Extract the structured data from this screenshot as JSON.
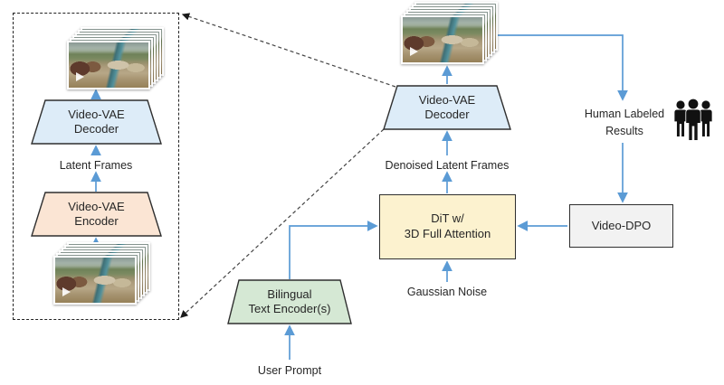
{
  "colors": {
    "arrow": "#5B9BD5",
    "decoder_fill": "#DDECF8",
    "encoder_fill": "#FBE5D4",
    "text_encoder_fill": "#D5E8D4",
    "dit_fill": "#FCF2CF",
    "dpo_fill": "#F2F2F2",
    "outline": "#2F2F2F",
    "dashed_panel": "#222222"
  },
  "vae_panel": {
    "decoder_label": "Video-VAE\nDecoder",
    "latent_frames_label": "Latent Frames",
    "encoder_label": "Video-VAE\nEncoder"
  },
  "pipeline": {
    "decoder_label": "Video-VAE\nDecoder",
    "denoised_label": "Denoised Latent Frames",
    "dit_label": "DiT w/\n3D Full Attention",
    "gaussian_label": "Gaussian Noise",
    "text_encoder_label": "Bilingual\nText Encoder(s)",
    "user_prompt_label": "User Prompt"
  },
  "feedback": {
    "human_labeled_label": "Human Labeled\nResults",
    "dpo_label": "Video-DPO"
  },
  "icons": {
    "annotators": "three-people-icon",
    "video_preview": "stacked-video-frames-icon",
    "play": "play-triangle-icon"
  }
}
